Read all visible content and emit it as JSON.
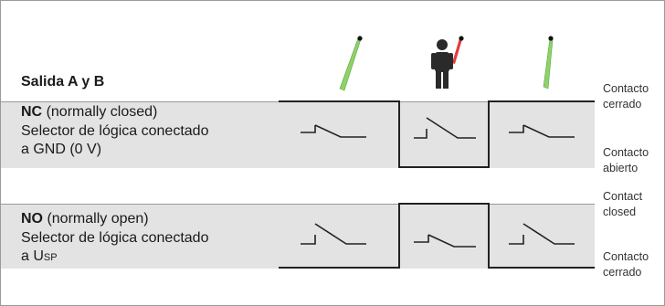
{
  "diagram": {
    "heading": "Salida A y B",
    "nc": {
      "code": "NC",
      "mode": "(normally closed)",
      "line2": "Selector de lógica conectado",
      "line3": "a GND (0 V)"
    },
    "no": {
      "code": "NO",
      "mode": "(normally open)",
      "line2": "Selector de lógica conectado",
      "line3_prefix": "a U",
      "line3_sub": "SP"
    },
    "labels": {
      "nc_top": [
        "Contacto",
        "cerrado"
      ],
      "nc_bottom": [
        "Contacto",
        "abierto"
      ],
      "no_top": [
        "Contact",
        "closed"
      ],
      "no_bottom": [
        "Contacto",
        "cerrado"
      ]
    },
    "sequence": [
      "beam-clear",
      "person-interrupts-beam",
      "beam-clear"
    ],
    "colors": {
      "beam": "#8fd16a",
      "beam_interrupted": "#e23c3c",
      "panel": "#e3e3e3",
      "line": "#222222"
    },
    "icons": [
      "light-beam-icon",
      "person-icon",
      "switch-open-icon",
      "switch-closed-icon"
    ]
  }
}
